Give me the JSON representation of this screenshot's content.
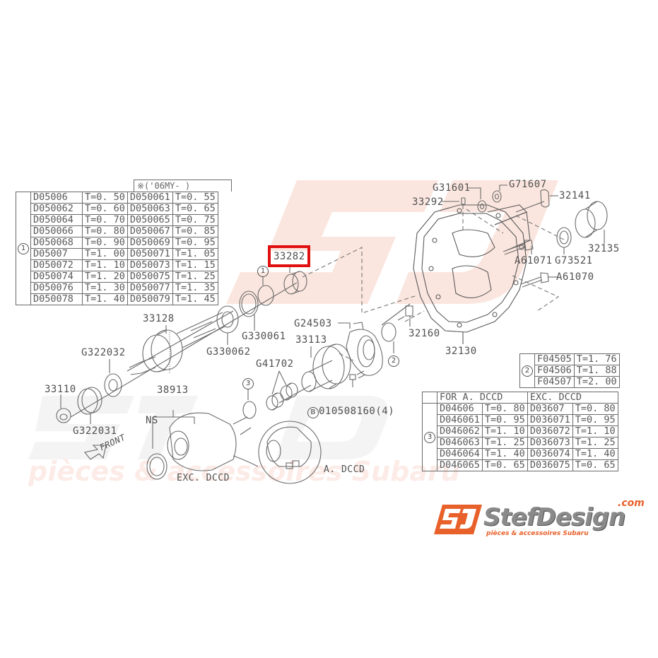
{
  "diagram": {
    "title": "Subaru manual transmission transfer case parts diagram",
    "highlighted_part": "33282",
    "highlight_color": "#e01010",
    "labels": {
      "p33282": "33282",
      "p33292": "33292",
      "pG31601": "G31601",
      "pG71607": "G71607",
      "p32141": "32141",
      "p32135": "32135",
      "pA61071": "A61071",
      "pG73521": "G73521",
      "pA61070": "A61070",
      "p32160": "32160",
      "p32130": "32130",
      "pG24503": "G24503",
      "p33113": "33113",
      "p33128": "33128",
      "pG330061": "G330061",
      "pG330062": "G330062",
      "pG322032": "G322032",
      "p33110": "33110",
      "pG322031": "G322031",
      "p38913": "38913",
      "pNS": "NS",
      "pG41702": "G41702",
      "pB": "B",
      "pB_part": "010508160(4)",
      "exc_dccd": "EXC. DCCD",
      "a_dccd": "A. DCCD",
      "front": "FRONT",
      "ref1": "1",
      "ref2": "2",
      "ref3": "3"
    }
  },
  "table1": {
    "ref": "1",
    "header_right": "※('06MY-    )",
    "rows": [
      [
        "D05006",
        "T=0. 50",
        "D050061",
        "T=0. 55"
      ],
      [
        "D050062",
        "T=0. 60",
        "D050063",
        "T=0. 65"
      ],
      [
        "D050064",
        "T=0. 70",
        "D050065",
        "T=0. 75"
      ],
      [
        "D050066",
        "T=0. 80",
        "D050067",
        "T=0. 85"
      ],
      [
        "D050068",
        "T=0. 90",
        "D050069",
        "T=0. 95"
      ],
      [
        "D05007",
        "T=1. 00",
        "D050071",
        "T=1. 05"
      ],
      [
        "D050072",
        "T=1. 10",
        "D050073",
        "T=1. 15"
      ],
      [
        "D050074",
        "T=1. 20",
        "D050075",
        "T=1. 25"
      ],
      [
        "D050076",
        "T=1. 30",
        "D050077",
        "T=1. 35"
      ],
      [
        "D050078",
        "T=1. 40",
        "D050079",
        "T=1. 45"
      ]
    ]
  },
  "table2": {
    "ref": "2",
    "rows": [
      [
        "F04505",
        "T=1. 76"
      ],
      [
        "F04506",
        "T=1. 88"
      ],
      [
        "F04507",
        "T=2. 00"
      ]
    ]
  },
  "table3": {
    "ref": "3",
    "header_left": "FOR A. DCCD",
    "header_right": "EXC. DCCD",
    "rows": [
      [
        "D04606",
        "T=0. 80",
        "D03607",
        "T=0. 80"
      ],
      [
        "D046061",
        "T=0. 95",
        "D036071",
        "T=0. 95"
      ],
      [
        "D046062",
        "T=1. 10",
        "D036072",
        "T=1. 10"
      ],
      [
        "D046063",
        "T=1. 25",
        "D036073",
        "T=1. 25"
      ],
      [
        "D046064",
        "T=1. 40",
        "D036074",
        "T=1. 40"
      ],
      [
        "D046065",
        "T=0. 65",
        "D036075",
        "T=0. 65"
      ]
    ]
  },
  "watermark": {
    "brand": "StefDesign",
    "tagline": "pièces & accessoires Subaru"
  },
  "logo": {
    "mark": "SJ",
    "name": "StefDesign",
    "domain": ".com",
    "tagline": "pièces & accessoires Subaru",
    "orange": "#e8602a",
    "grey": "#7a7a7a"
  }
}
